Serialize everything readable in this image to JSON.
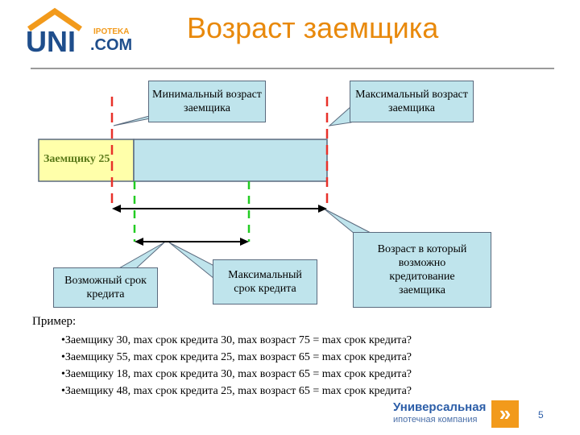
{
  "header": {
    "title": "Возраст заемщика",
    "logo_main": "UNI",
    "logo_sub_top": "IPOTEKA",
    "logo_sub_bottom": ".COM"
  },
  "diagram": {
    "bar_label": "Заемщику 25",
    "callouts": {
      "min_age": "Минимальный возраст заемщика",
      "max_age": "Максимальный возраст заемщика",
      "credit_age": "Возраст в который возможно кредитование заемщика",
      "possible_term": "Возможный срок кредита",
      "max_term": "Максимальный срок кредита"
    },
    "colors": {
      "bar_fill_known": "#ffffaa",
      "bar_fill_range": "#bfe4ec",
      "callout_fill": "#bfe4ec",
      "red_dash": "#e8312a",
      "green_dash": "#22cc22",
      "title_orange": "#e8890c"
    }
  },
  "example": {
    "heading": "Пример:",
    "items": [
      "Заемщику 30, max срок кредита 30, max возраст 75 = max срок кредита?",
      "Заемщику 55, max срок кредита 25, max возраст 65  = max срок кредита?",
      "Заемщику 18, max срок кредита 30, max возраст 65 =  max срок кредита?",
      "Заемщику 48, max срок кредита 25, max возраст 65 =  max срок кредита?"
    ]
  },
  "footer": {
    "company_line1": "Универсальная",
    "company_line2": "ипотечная компания",
    "chevron_glyph": "»",
    "page_number": "5"
  }
}
